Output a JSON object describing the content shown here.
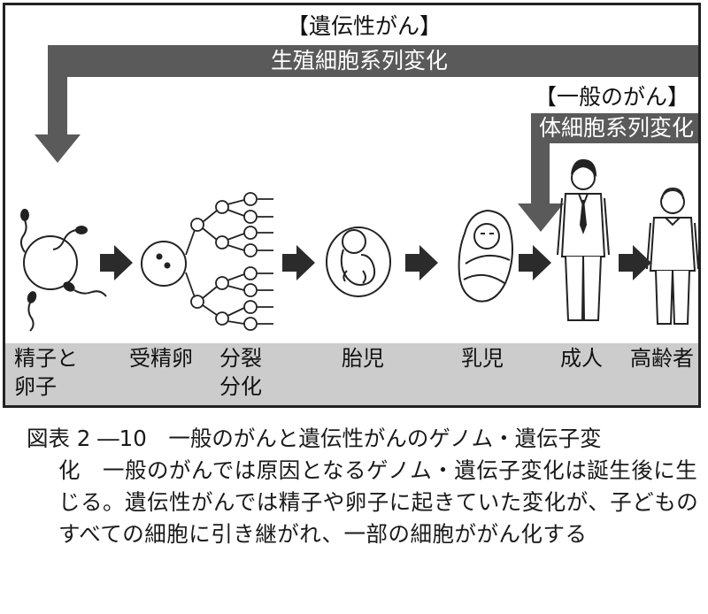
{
  "hereditary": {
    "heading": "【遺伝性がん】",
    "bar_label": "生殖細胞系列変化"
  },
  "general": {
    "heading": "【一般のがん】",
    "bar_label": "体細胞系列変化"
  },
  "stages": {
    "sperm_egg": {
      "line1": "精子と",
      "line2": "卵子"
    },
    "fertilized": "受精卵",
    "division": {
      "line1": "分裂",
      "line2": "分化"
    },
    "fetus": "胎児",
    "infant": "乳児",
    "adult": "成人",
    "elderly": "高齢者"
  },
  "caption": {
    "number": "図表 2 ―10",
    "title_line1": "一般のがんと遺伝性がんのゲノム・遺伝子変",
    "title_rest": "化",
    "body": "一般のがんでは原因となるゲノム・遺伝子変化は誕生後に生じる。遺伝性がんでは精子や卵子に起きていた変化が、子どものすべての細胞に引き継がれ、一部の細胞ががん化する"
  },
  "colors": {
    "bar": "#5a5a5a",
    "label_band": "#cccccc",
    "arrow": "#2b2b2b",
    "outline": "#222222"
  }
}
